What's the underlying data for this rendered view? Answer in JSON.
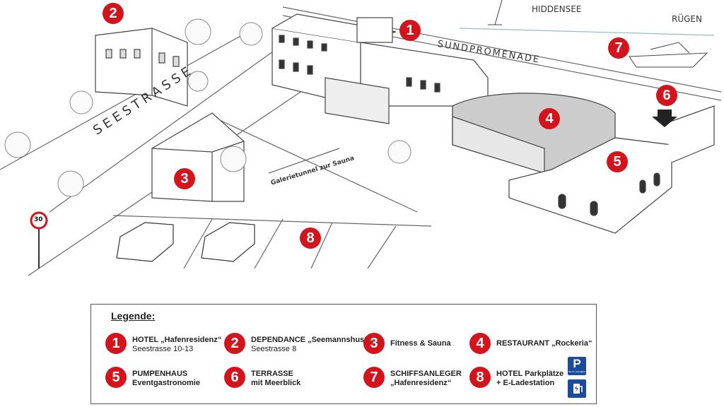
{
  "map_labels": {
    "seestrasse": "SEESTRASSE",
    "sundpromenade": "SUNDPROMENADE",
    "hiddensee": "HIDDENSEE",
    "ruegen": "RÜGEN",
    "galerietunnel": "Galerietunnel zur Sauna",
    "speed_limit": "30"
  },
  "markers": [
    "1",
    "2",
    "3",
    "4",
    "5",
    "6",
    "7",
    "8"
  ],
  "legend": {
    "title": "Legende:",
    "items": [
      {
        "num": "1",
        "line1": "HOTEL „Hafenresidenz“",
        "line2": "Seestrasse 10-13"
      },
      {
        "num": "2",
        "line1": "DEPENDANCE „Seemannshus“",
        "line2": "Seestrasse 8"
      },
      {
        "num": "3",
        "line1": "Fitness & Sauna",
        "line2": ""
      },
      {
        "num": "4",
        "line1": "RESTAURANT „Rockeria“",
        "line2": ""
      },
      {
        "num": "5",
        "line1": "PUMPENHAUS",
        "line2": "Eventgastronomie"
      },
      {
        "num": "6",
        "line1": "TERRASSE",
        "line2": "mit Meerblick"
      },
      {
        "num": "7",
        "line1": "SCHIFFSANLEGER",
        "line2": "„Hafenresidenz“"
      },
      {
        "num": "8",
        "line1": "HOTEL Parkplätze",
        "line2": "+ E-Ladestation"
      }
    ],
    "parking_icon": "P",
    "parking_sub": "Nur für Hotelgäste",
    "charging_icon": "ev-charging-icon"
  }
}
